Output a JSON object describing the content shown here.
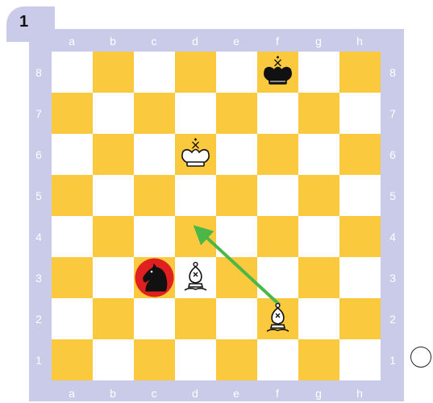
{
  "puzzle_number": "1",
  "files": [
    "a",
    "b",
    "c",
    "d",
    "e",
    "f",
    "g",
    "h"
  ],
  "ranks": [
    "8",
    "7",
    "6",
    "5",
    "4",
    "3",
    "2",
    "1"
  ],
  "colors": {
    "light_square": "#ffffff",
    "dark_square": "#fbc93d",
    "frame": "#c9cbe8",
    "arrow": "#4cb749",
    "highlight": "#e02020"
  },
  "pieces": [
    {
      "square": "f8",
      "piece": "black-king-icon",
      "side": "black",
      "type": "king"
    },
    {
      "square": "d6",
      "piece": "white-king-icon",
      "side": "white",
      "type": "king"
    },
    {
      "square": "c3",
      "piece": "black-knight-icon",
      "side": "black",
      "type": "knight",
      "highlighted": true
    },
    {
      "square": "d3",
      "piece": "white-bishop-icon",
      "side": "white",
      "type": "bishop"
    },
    {
      "square": "f2",
      "piece": "white-bishop-icon",
      "side": "white",
      "type": "bishop"
    }
  ],
  "move_arrow": {
    "from": "f2",
    "to": "d4"
  },
  "result_marker": "empty-circle-icon"
}
